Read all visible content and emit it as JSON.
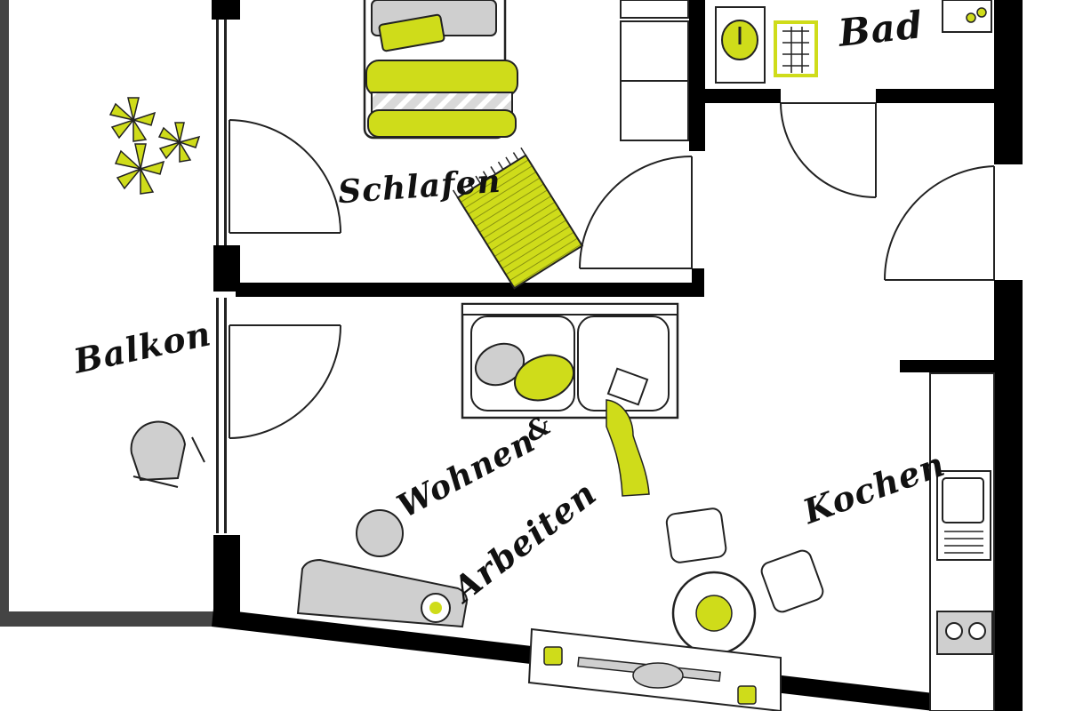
{
  "rooms": {
    "bad": "Bad",
    "schlafen": "Schlafen",
    "balkon": "Balkon",
    "wohnen_line1": "Wohnen",
    "wohnen_amp": "&",
    "wohnen_line2": "Arbeiten",
    "kochen": "Kochen"
  },
  "colors": {
    "wall": "#000000",
    "accent": "#cfdc1a",
    "furniture_gray": "#c8c8c8",
    "balcony_frame": "#444444",
    "background": "#ffffff"
  },
  "icons": [
    "bed-icon",
    "plant-icon",
    "rug-icon",
    "sofa-icon",
    "chair-icon",
    "table-icon",
    "sink-icon",
    "stove-icon",
    "washbasin-icon",
    "shower-icon",
    "wardrobe-icon",
    "lamp-icon",
    "desk-icon"
  ]
}
